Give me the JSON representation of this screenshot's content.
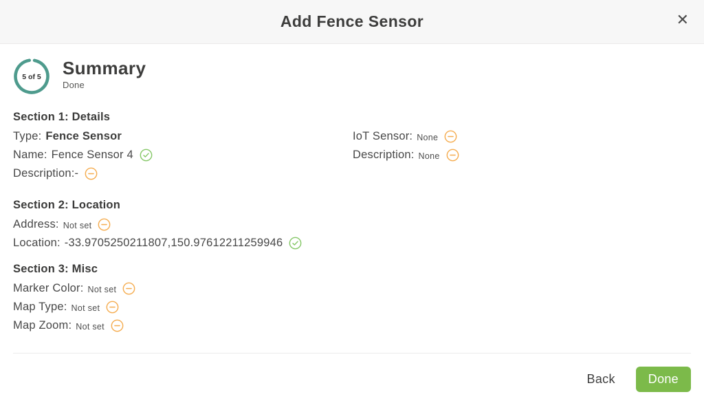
{
  "modal": {
    "title": "Add Fence Sensor",
    "close_glyph": "✕"
  },
  "step": {
    "progress_label": "5 of 5",
    "title": "Summary",
    "subtitle": "Done"
  },
  "colors": {
    "accent_teal": "#4E9B8D",
    "success_green": "#85C767",
    "warning_orange": "#F5AC4F",
    "done_button_green": "#7CBA4A",
    "header_background": "#F7F7F7"
  },
  "icons": {
    "complete": "check-circle-icon",
    "skipped": "minus-circle-icon"
  },
  "sections": [
    {
      "title": "Section 1: Details",
      "columns": {
        "left": [
          {
            "label": "Type:",
            "value": "Fence Sensor",
            "status": "none"
          },
          {
            "label": "Name:",
            "value": "Fence Sensor 4",
            "status": "check-circle-icon"
          },
          {
            "label": "Description:",
            "value": "-",
            "status": "minus-circle-icon"
          }
        ],
        "right": [
          {
            "label": "IoT Sensor:",
            "value": "None",
            "status": "minus-circle-icon"
          },
          {
            "label": "Description:",
            "value": "None",
            "status": "minus-circle-icon"
          }
        ]
      }
    },
    {
      "title": "Section 2: Location",
      "rows": [
        {
          "label": "Address:",
          "value": "Not set",
          "status": "minus-circle-icon"
        },
        {
          "label": "Location:",
          "value": "-33.9705250211807,150.97612211259946",
          "status": "check-circle-icon"
        }
      ]
    },
    {
      "title": "Section 3: Misc",
      "rows": [
        {
          "label": "Marker Color:",
          "value": "Not set",
          "status": "minus-circle-icon"
        },
        {
          "label": "Map Type:",
          "value": "Not set",
          "status": "minus-circle-icon"
        },
        {
          "label": "Map Zoom:",
          "value": "Not set",
          "status": "minus-circle-icon"
        }
      ]
    }
  ],
  "footer": {
    "back_label": "Back",
    "done_label": "Done"
  }
}
